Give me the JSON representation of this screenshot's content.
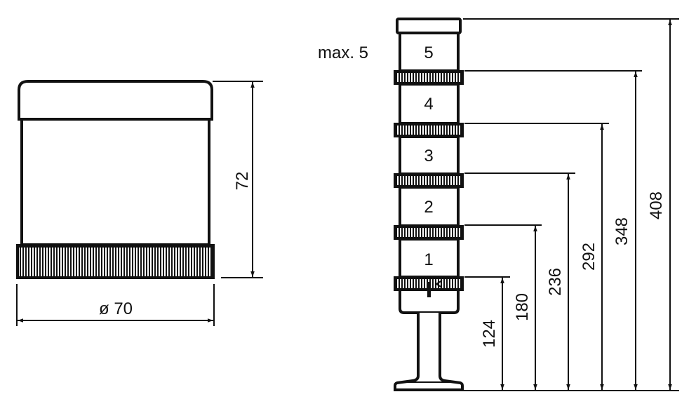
{
  "single_module": {
    "height_label": "72",
    "diameter_label": "ø 70"
  },
  "tower": {
    "max_label": "max. 5",
    "module_numbers": [
      "1",
      "2",
      "3",
      "4",
      "5"
    ],
    "height_labels": [
      "124",
      "180",
      "236",
      "292",
      "348",
      "408"
    ]
  }
}
